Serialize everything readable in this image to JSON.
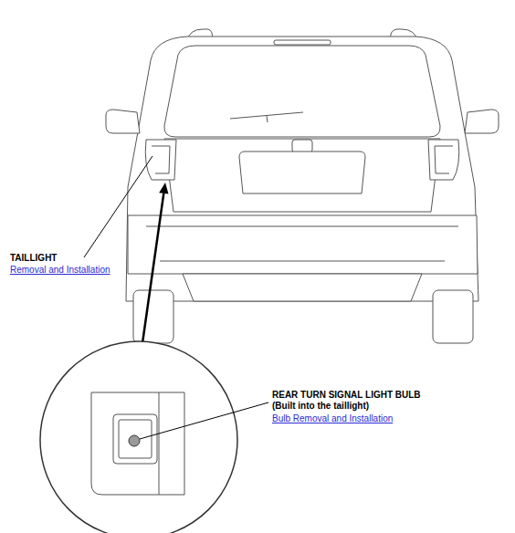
{
  "diagram": {
    "labels": [
      "TAILLIGHT",
      "Removal and Installation",
      "REAR TURN SIGNAL LIGHT BULB",
      "(Built into the taillight)",
      "Bulb Removal and Installation"
    ]
  }
}
